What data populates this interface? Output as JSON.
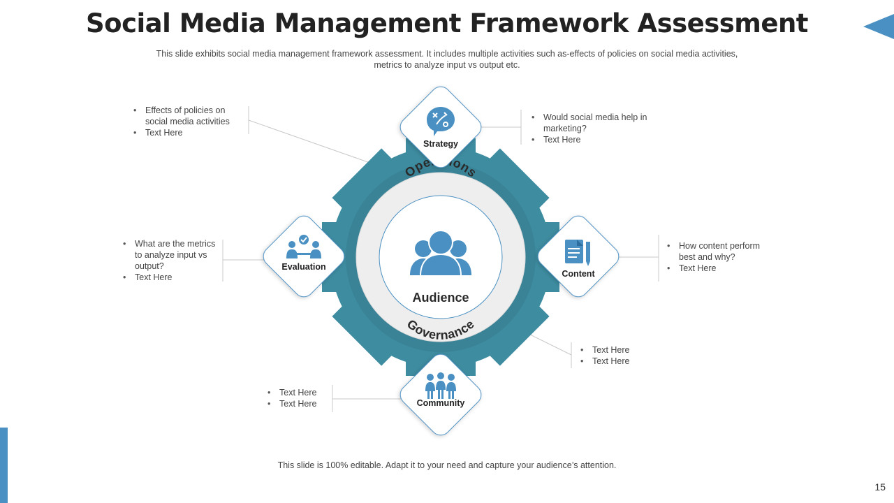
{
  "slide": {
    "title": "Social Media Management Framework Assessment",
    "subtitle": "This slide exhibits social media management framework  assessment. It includes multiple activities such as-effects of policies on social media activities, metrics to analyze input vs output etc.",
    "footer": "This slide is 100% editable. Adapt it to your need and capture your audience’s attention.",
    "page_number": "15"
  },
  "colors": {
    "gear": "#3e8ca0",
    "accent_blue": "#4a90c2",
    "ring": "#eeeeee"
  },
  "center": {
    "label": "Audience",
    "icon": "group-people-icon",
    "arc_top": "Operations",
    "arc_bottom": "Governance"
  },
  "nodes": {
    "strategy": {
      "label": "Strategy",
      "icon": "strategy-chat-icon"
    },
    "content": {
      "label": "Content",
      "icon": "document-pen-icon"
    },
    "community": {
      "label": "Community",
      "icon": "community-people-icon"
    },
    "evaluation": {
      "label": "Evaluation",
      "icon": "evaluation-meeting-icon"
    }
  },
  "callouts": {
    "top_left": [
      "Effects of policies on social media activities",
      "Text Here"
    ],
    "top_right": [
      "Would social media help in marketing?",
      "Text Here"
    ],
    "left": [
      "What are the metrics to analyze input vs output?",
      "Text Here"
    ],
    "right": [
      "How content perform best and why?",
      "Text Here"
    ],
    "bottom_right": [
      "Text Here",
      "Text Here"
    ],
    "bottom_left": [
      "Text Here",
      "Text Here"
    ]
  }
}
